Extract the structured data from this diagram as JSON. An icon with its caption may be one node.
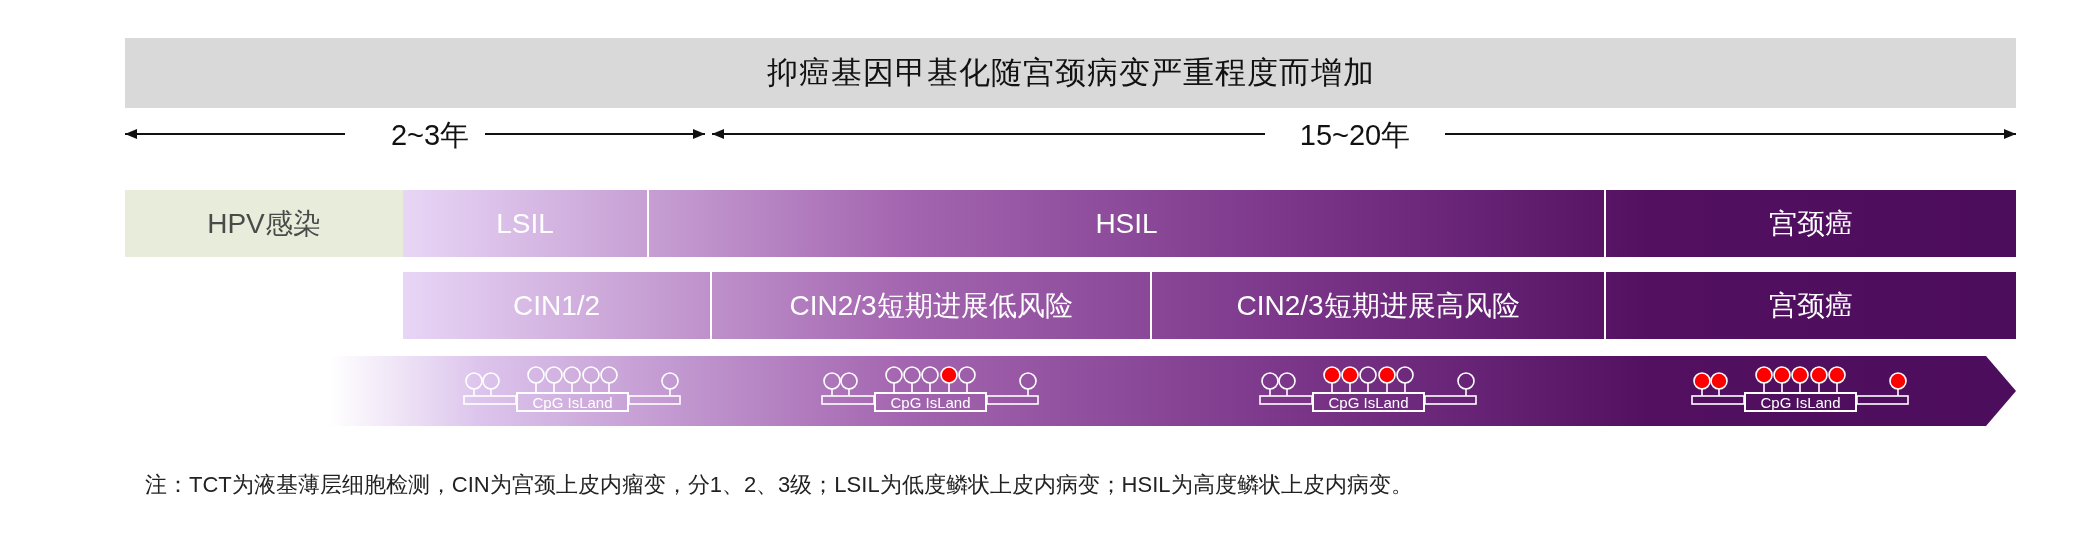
{
  "diagram": {
    "title": "抑癌基因甲基化随宫颈病变严重程度而增加",
    "nodes": [
      {
        "text": [
          "HPV感染"
        ]
      },
      {
        "text": [
          "LSIL"
        ]
      },
      {
        "text": [
          "HSIL"
        ]
      },
      {
        "text": [
          "宫颈癌"
        ]
      },
      {
        "text": [
          "CIN1/2"
        ]
      },
      {
        "text": [
          "CIN2/3短期进展低风险"
        ]
      },
      {
        "text": [
          "CIN2/3短期进展高风险"
        ]
      },
      {
        "text": [
          "宫颈癌"
        ]
      },
      {
        "text": [
          "CpG IsLand"
        ]
      },
      {
        "text": [
          "CpG IsLand"
        ]
      },
      {
        "text": [
          "CpG IsLand"
        ]
      },
      {
        "text": [
          "CpG IsLand"
        ]
      }
    ],
    "labels": [
      "2~3年",
      "15~20年"
    ],
    "caption": "注：TCT为液基薄层细胞检测，CIN为宫颈上皮内瘤变，分1、2、3级；LSIL为低度鳞状上皮内病变；HSIL为高度鳞状上皮内病变。"
  }
}
